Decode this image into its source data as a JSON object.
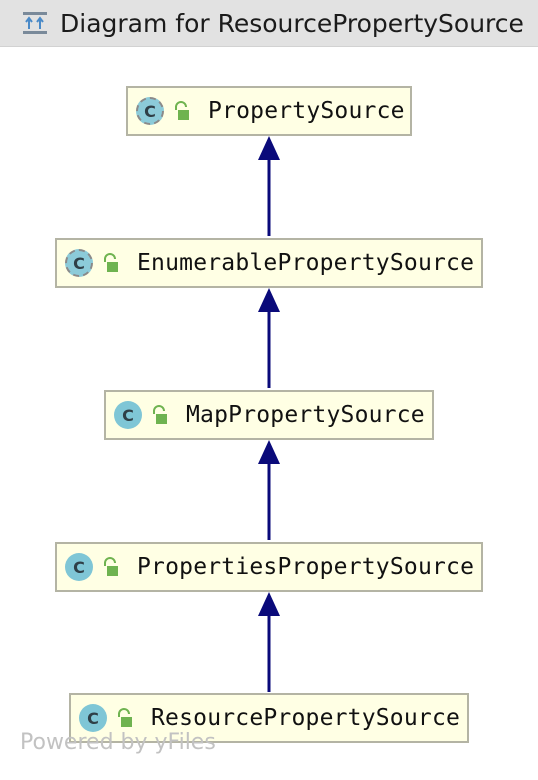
{
  "window": {
    "title": "Diagram for ResourcePropertySource",
    "icon": "class-hierarchy-diagram-icon"
  },
  "diagram": {
    "nodes": [
      {
        "name": "PropertySource",
        "kind": "abstract-class",
        "icon": "class-icon",
        "visibility_icon": "public-lock-icon"
      },
      {
        "name": "EnumerablePropertySource",
        "kind": "abstract-class",
        "icon": "class-icon",
        "visibility_icon": "public-lock-icon"
      },
      {
        "name": "MapPropertySource",
        "kind": "class",
        "icon": "class-icon",
        "visibility_icon": "public-lock-icon"
      },
      {
        "name": "PropertiesPropertySource",
        "kind": "class",
        "icon": "class-icon",
        "visibility_icon": "public-lock-icon"
      },
      {
        "name": "ResourcePropertySource",
        "kind": "class",
        "icon": "class-icon",
        "visibility_icon": "public-lock-icon"
      }
    ],
    "edges": [
      {
        "from": "EnumerablePropertySource",
        "to": "PropertySource",
        "type": "extends"
      },
      {
        "from": "MapPropertySource",
        "to": "EnumerablePropertySource",
        "type": "extends"
      },
      {
        "from": "PropertiesPropertySource",
        "to": "MapPropertySource",
        "type": "extends"
      },
      {
        "from": "ResourcePropertySource",
        "to": "PropertiesPropertySource",
        "type": "extends"
      }
    ],
    "class_letter": "C",
    "watermark": "Powered by yFiles"
  },
  "colors": {
    "node_fill": "#ffffe4",
    "node_border": "#b4b4a4",
    "edge": "#0a0a7a",
    "class_icon": "#7fc6d6",
    "lock": "#6fb350",
    "titlebar": "#e2e2e2"
  }
}
